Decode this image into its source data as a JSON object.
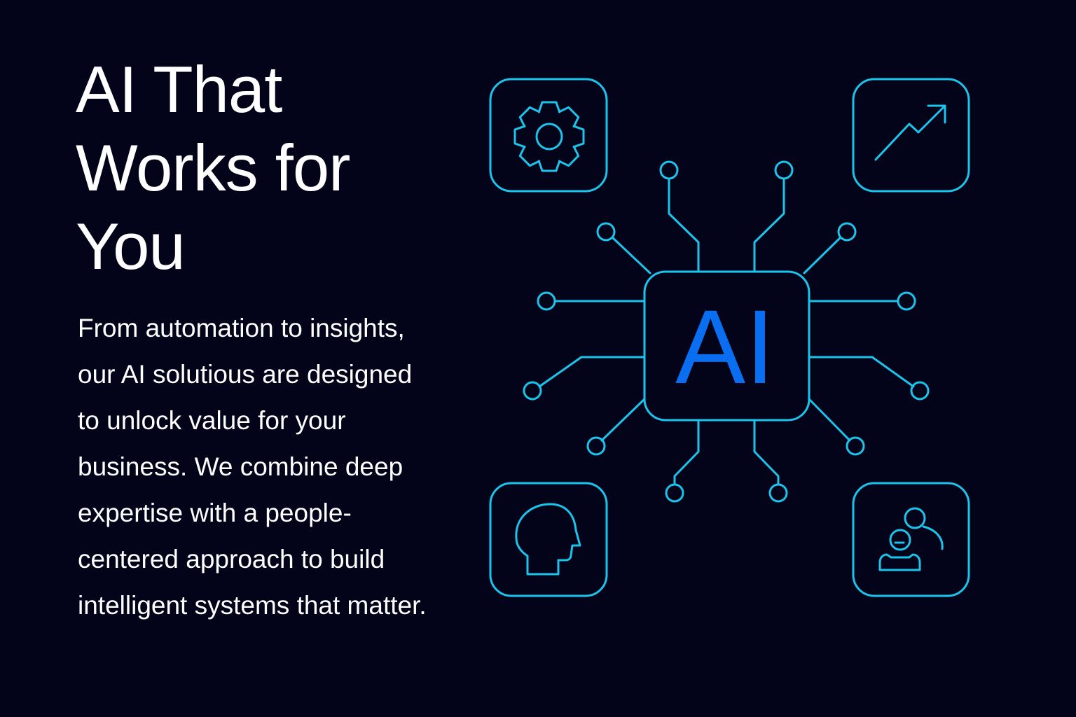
{
  "headline": {
    "lines": [
      "AI That",
      "Works for",
      "You"
    ]
  },
  "description": {
    "lines": [
      "From automation to insights,",
      "our AI solutious are designed",
      "to unlock value for your",
      "business. We combine deep",
      "expertise with a people-",
      "centered approach to build",
      "intelligent systems that matter."
    ]
  },
  "diagram": {
    "center_label": "AI",
    "icons": [
      "gear-icon",
      "trending-up-icon",
      "head-icon",
      "users-icon"
    ]
  },
  "colors": {
    "background": "#03041a",
    "line": "#1cc4ec",
    "ai_text": "#0a6ef0",
    "text": "#ffffff"
  }
}
